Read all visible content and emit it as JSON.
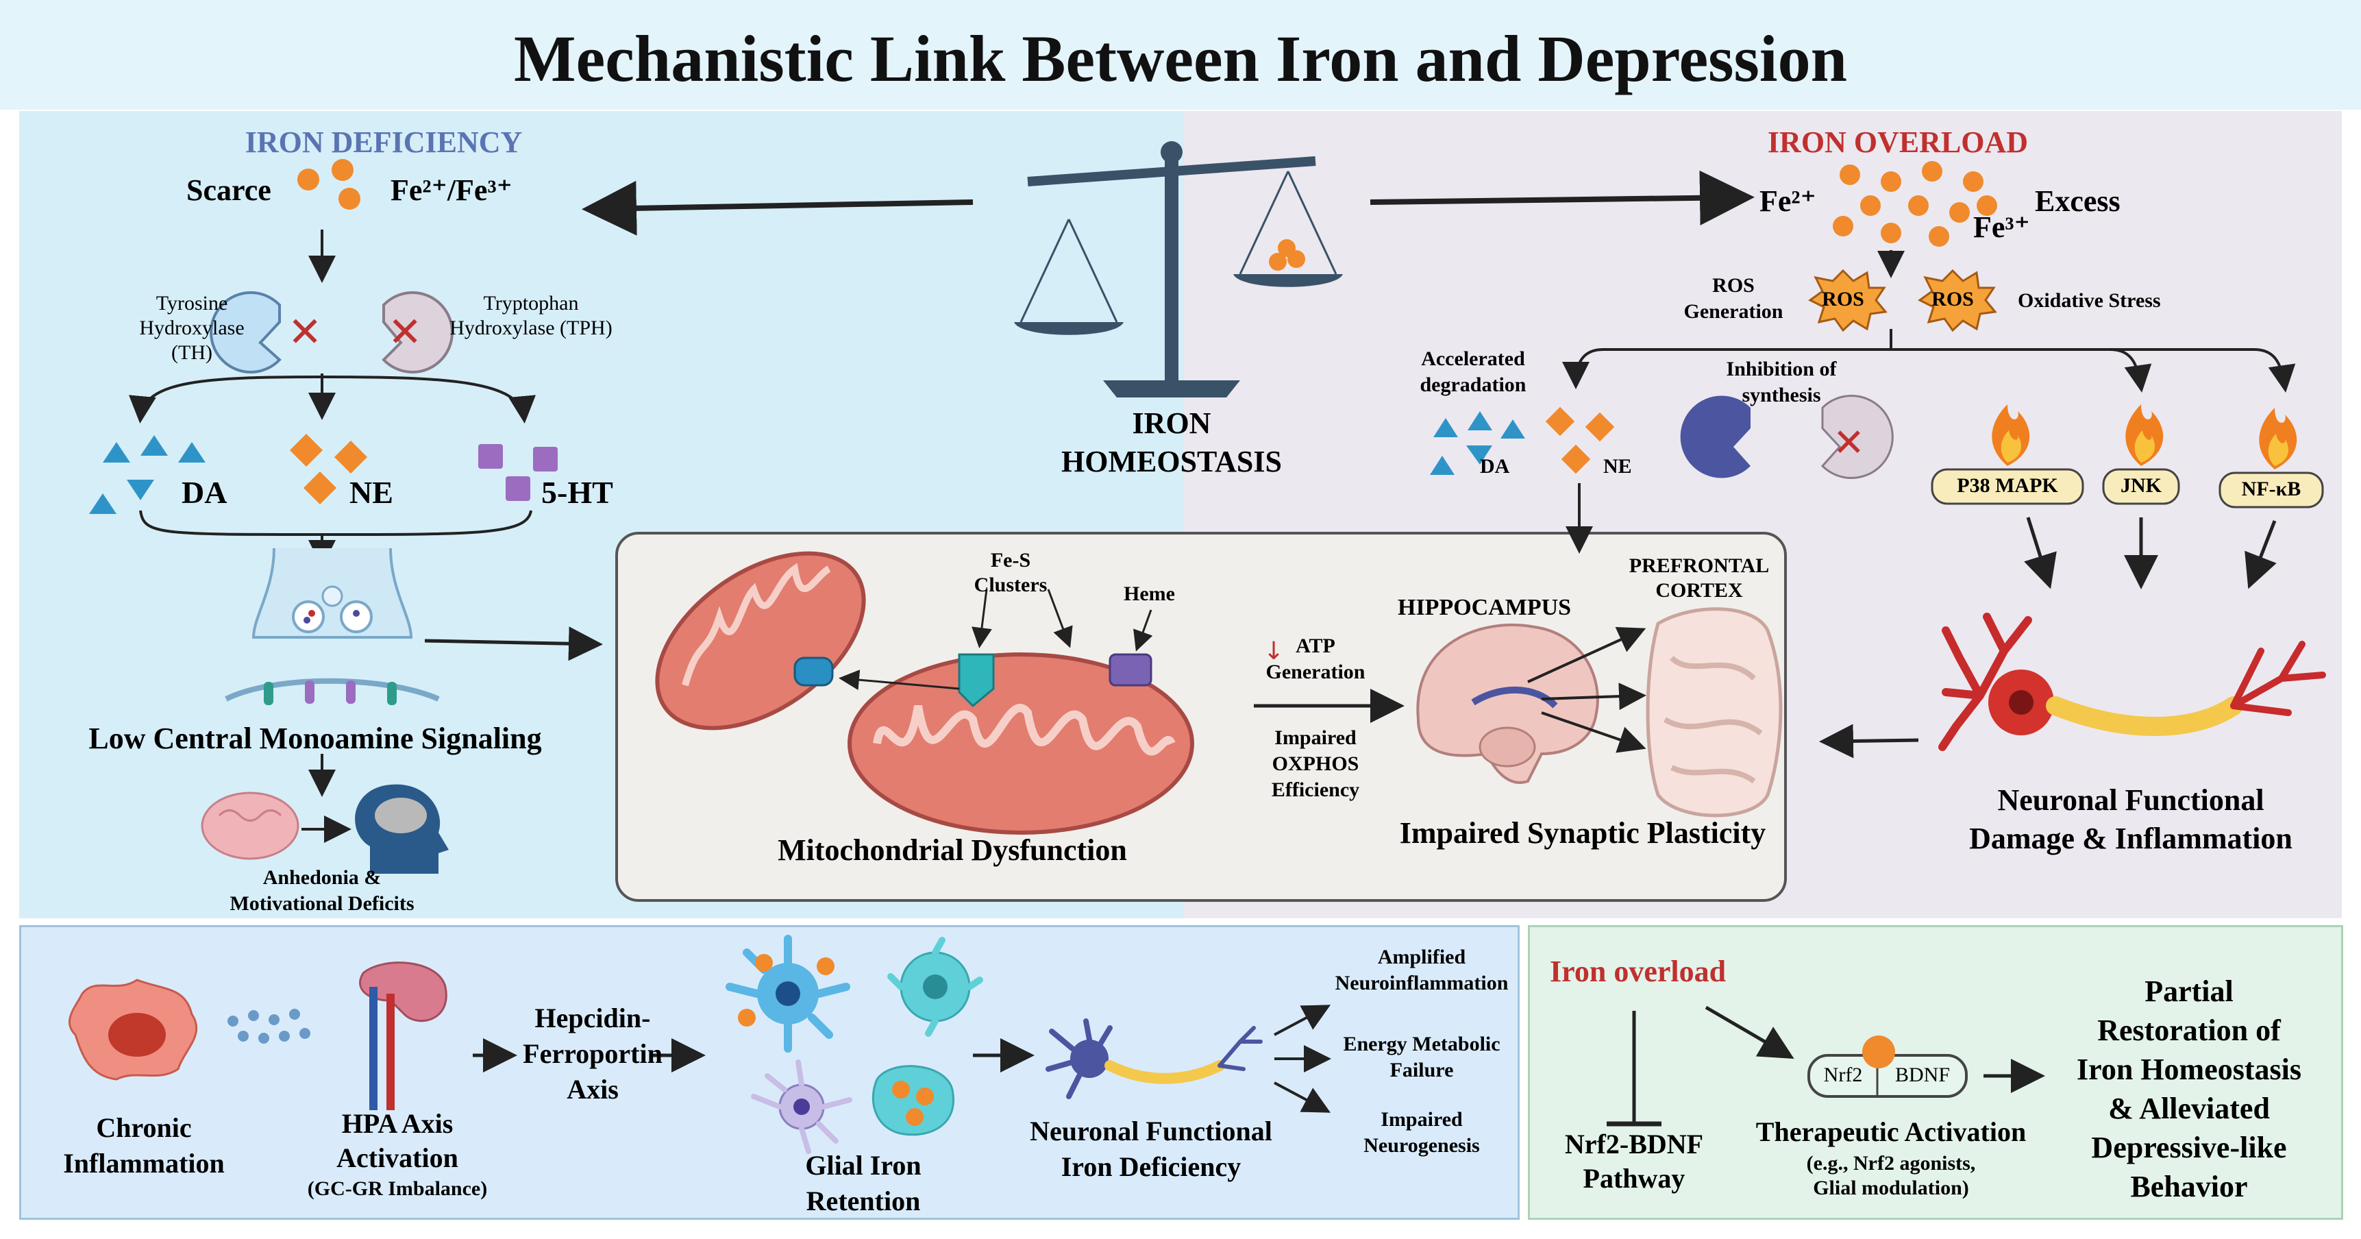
{
  "title": "Mechanistic Link Between Iron and Depression",
  "colors": {
    "left_panel": "#d6eef8",
    "right_panel": "#ece8f0",
    "deficiency_heading": "#5a74b2",
    "overload_heading": "#c0302e",
    "iron_dot": "#f08a2c",
    "ros_star": "#f6a23a"
  },
  "left": {
    "heading": "IRON DEFICIENCY",
    "scarce": "Scarce",
    "ions": "Fe²⁺/Fe³⁺",
    "enzyme_th": [
      "Tyrosine",
      "Hydroxylase (TH)"
    ],
    "enzyme_tph": [
      "Tryptophan",
      "Hydroxylase (TPH)"
    ],
    "da": "DA",
    "ne": "NE",
    "ht": "5-HT",
    "signaling": "Low Central Monoamine Signaling",
    "anhedonia": [
      "Anhedonia &",
      "Motivational Deficits"
    ]
  },
  "center": {
    "homeostasis": [
      "IRON",
      "HOMEOSTASIS"
    ],
    "fes": [
      "Fe-S",
      "Clusters"
    ],
    "heme": "Heme",
    "atp": [
      "ATP",
      "Generation"
    ],
    "oxphos": [
      "Impaired",
      "OXPHOS",
      "Efficiency"
    ],
    "hippocampus": "HIPPOCAMPUS",
    "prefrontal": [
      "PREFRONTAL",
      "CORTEX"
    ],
    "mito": "Mitochondrial Dysfunction",
    "synaptic": "Impaired Synaptic Plasticity"
  },
  "right": {
    "heading": "IRON OVERLOAD",
    "fe2": "Fe²⁺",
    "fe3": "Fe³⁺",
    "excess": "Excess",
    "ros_generation": [
      "ROS",
      "Generation"
    ],
    "ros": "ROS",
    "oxidative": "Oxidative Stress",
    "accelerated": [
      "Accelerated",
      "degradation"
    ],
    "inhibition": [
      "Inhibition of",
      "synthesis"
    ],
    "da": "DA",
    "ne": "NE",
    "p38": "P38 MAPK",
    "jnk": "JNK",
    "nfkb": "NF-κB",
    "damage": [
      "Neuronal Functional",
      "Damage & Inflammation"
    ]
  },
  "bottom_left": {
    "chronic": [
      "Chronic",
      "Inflammation"
    ],
    "hpa": [
      "HPA Axis",
      "Activation"
    ],
    "gcgr": "(GC-GR Imbalance)",
    "hepcidin": [
      "Hepcidin-",
      "Ferroportin",
      "Axis"
    ],
    "glial": [
      "Glial Iron",
      "Retention"
    ],
    "neuronal": [
      "Neuronal Functional",
      "Iron Deficiency"
    ],
    "amplified": [
      "Amplified",
      "Neuroinflammation"
    ],
    "energy": [
      "Energy Metabolic",
      "Failure"
    ],
    "neurogenesis": [
      "Impaired",
      "Neurogenesis"
    ]
  },
  "bottom_right": {
    "iron_overload": "Iron overload",
    "pathway": [
      "Nrf2-BDNF",
      "Pathway"
    ],
    "nrf2": "Nrf2",
    "bdnf": "BDNF",
    "therapeutic": "Therapeutic Activation",
    "therapeutic_sub": [
      "(e.g., Nrf2 agonists,",
      "Glial modulation)"
    ],
    "restoration": [
      "Partial",
      "Restoration of",
      "Iron Homeostasis",
      "& Alleviated",
      "Depressive-like",
      "Behavior"
    ]
  }
}
